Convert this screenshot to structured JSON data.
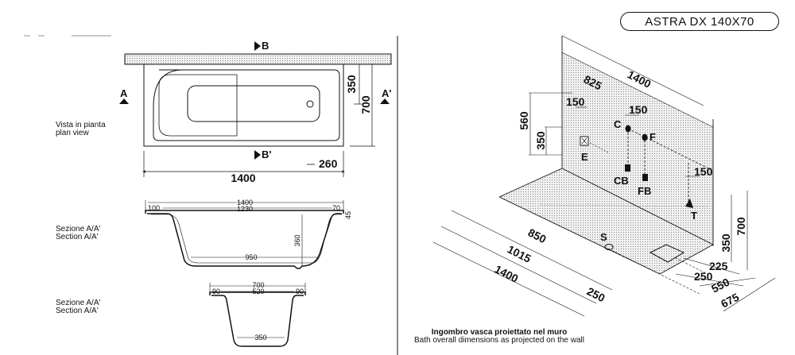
{
  "title": "ASTRA DX 140X70",
  "plan": {
    "label_it": "Vista in pianta",
    "label_en": "plan view",
    "section_b": "B",
    "section_b2": "B'",
    "section_a": "A",
    "section_a2": "A'",
    "dim_length": "1400",
    "dim_width": "700",
    "dim_half": "350",
    "dim_offset": "260"
  },
  "section_aa": {
    "label_it": "Sezione A/A'",
    "label_en": "Section A/A'",
    "dim_total": "1400",
    "dim_inner": "1230",
    "dim_left": "100",
    "dim_right": "70",
    "dim_rim": "45",
    "dim_depth": "360",
    "dim_bottom": "950"
  },
  "section_bb": {
    "label_it": "Sezione A/A'",
    "label_en": "Section A/A'",
    "dim_total": "700",
    "dim_inner": "520",
    "dim_left": "90",
    "dim_right": "90",
    "dim_bottom": "350"
  },
  "wall": {
    "dim_1400": "1400",
    "dim_825": "825",
    "dim_150a": "150",
    "dim_150b": "150",
    "dim_150c": "150",
    "dim_560": "560",
    "dim_350a": "350",
    "dim_700": "700",
    "dim_350b": "350",
    "dim_850": "850",
    "dim_1015": "1015",
    "dim_1400b": "1400",
    "dim_250a": "250",
    "dim_225": "225",
    "dim_250b": "250",
    "dim_550": "550",
    "dim_675": "675",
    "label_c": "C",
    "label_f": "F",
    "label_e": "E",
    "label_cb": "CB",
    "label_fb": "FB",
    "label_t": "T",
    "label_s": "S",
    "caption_it": "Ingombro vasca proiettato nel muro",
    "caption_en": "Bath overall dimensions as projected on the wall"
  }
}
